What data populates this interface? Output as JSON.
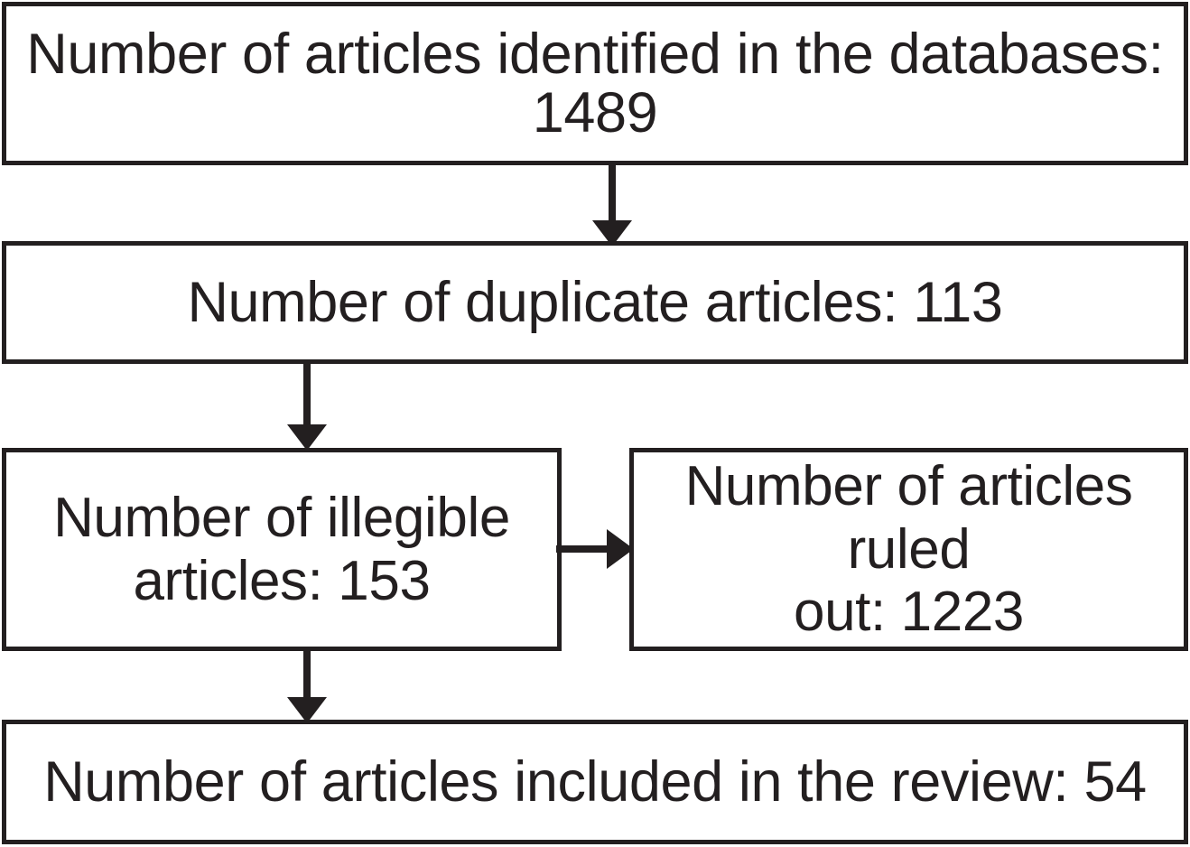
{
  "diagram": {
    "type": "flowchart",
    "title": "Article selection flow diagram",
    "orientation": "top-to-bottom",
    "colors": {
      "box_border": "#231f20",
      "box_fill": "#ffffff",
      "text": "#231f20",
      "connector": "#231f20",
      "background": "#ffffff"
    },
    "nodes": [
      {
        "id": "identified",
        "label": "Number of articles identified in the databases: 1489",
        "metric_label": "Number of articles identified in the databases",
        "value": 1489,
        "lines": [
          "Number of articles identified in the databases: 1489"
        ]
      },
      {
        "id": "duplicates",
        "label": "Number of duplicate articles: 113",
        "metric_label": "Number of duplicate articles",
        "value": 113,
        "lines": [
          "Number of duplicate articles: 113"
        ]
      },
      {
        "id": "illegible",
        "label": "Number of illegible\narticles: 153",
        "metric_label": "Number of illegible articles",
        "value": 153,
        "lines": [
          "Number of illegible",
          "articles: 153"
        ]
      },
      {
        "id": "ruled_out",
        "label": "Number of articles ruled\nout: 1223",
        "metric_label": "Number of articles ruled out",
        "value": 1223,
        "lines": [
          "Number of articles ruled",
          "out: 1223"
        ]
      },
      {
        "id": "included",
        "label": "Number of articles included in the review: 54",
        "metric_label": "Number of articles included in the review",
        "value": 54,
        "lines": [
          "Number of articles included in the review: 54"
        ]
      }
    ],
    "edges": [
      {
        "id": "identified-to-duplicates",
        "from": "identified",
        "to": "duplicates",
        "direction": "down",
        "label": ""
      },
      {
        "id": "duplicates-to-illegible",
        "from": "duplicates",
        "to": "illegible",
        "direction": "down",
        "label": ""
      },
      {
        "id": "illegible-to-ruled-out",
        "from": "illegible",
        "to": "ruled_out",
        "direction": "right",
        "label": ""
      },
      {
        "id": "illegible-to-included",
        "from": "illegible",
        "to": "included",
        "direction": "down",
        "label": ""
      }
    ]
  }
}
